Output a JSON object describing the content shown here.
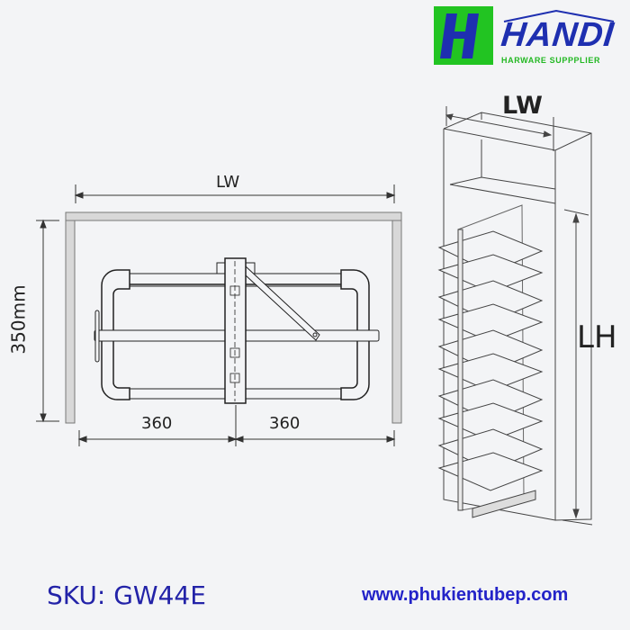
{
  "logo": {
    "name": "HANDI",
    "tagline": "HARWARE SUPPPLIER",
    "mark_color": "#22c422",
    "text_color": "#1e2fb0"
  },
  "top_view": {
    "width_label": "LW",
    "depth_label": "350mm",
    "left_offset": "360",
    "right_offset": "360"
  },
  "side_view": {
    "width_label": "LW",
    "height_label": "LH"
  },
  "footer": {
    "sku": "SKU: GW44E",
    "website": "www.phukientubep.com"
  }
}
